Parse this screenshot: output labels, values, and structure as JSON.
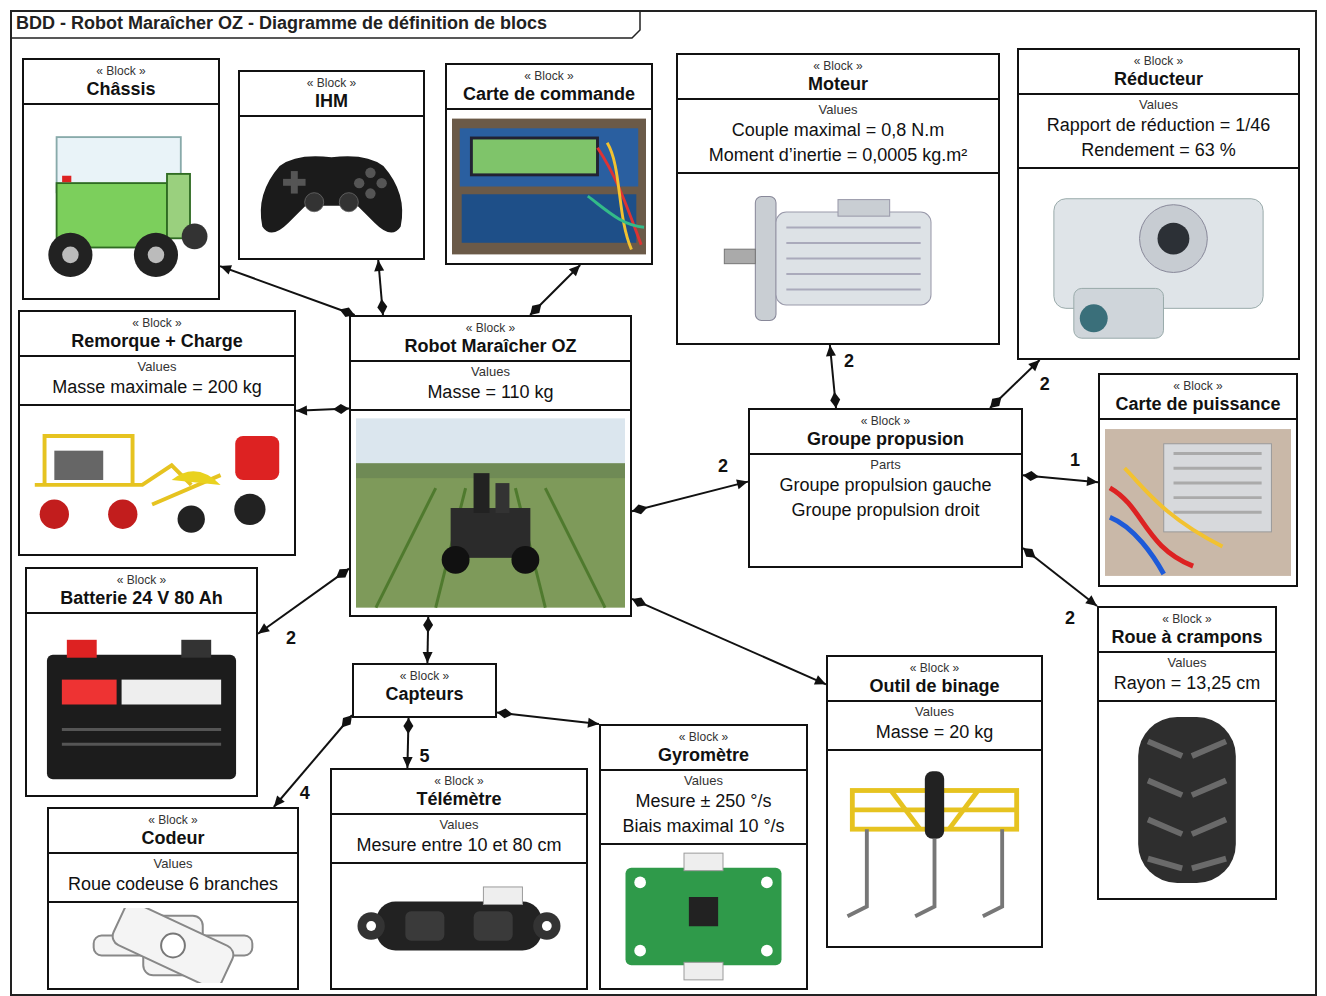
{
  "diagram": {
    "title": "BDD - Robot Maraîcher OZ - Diagramme de définition de blocs",
    "nodes": [
      {
        "text": [
          "« Block »",
          "Châssis"
        ]
      },
      {
        "text": [
          "« Block »",
          "IHM"
        ]
      },
      {
        "text": [
          "« Block »",
          "Carte de commande"
        ]
      },
      {
        "text": [
          "« Block »",
          "Moteur",
          "Values",
          "Couple maximal = 0,8 N.m",
          "Moment d’inertie = 0,0005 kg.m²"
        ]
      },
      {
        "text": [
          "« Block »",
          "Réducteur",
          "Values",
          "Rapport de réduction = 1/46",
          "Rendement = 63 %"
        ]
      },
      {
        "text": [
          "« Block »",
          "Remorque + Charge",
          "Values",
          "Masse maximale = 200 kg"
        ]
      },
      {
        "text": [
          "« Block »",
          "Robot Maraîcher OZ",
          "Values",
          "Masse = 110 kg"
        ]
      },
      {
        "text": [
          "« Block »",
          "Groupe propusion",
          "Parts",
          "Groupe propulsion gauche",
          "Groupe propulsion droit"
        ]
      },
      {
        "text": [
          "« Block »",
          "Carte de puissance"
        ]
      },
      {
        "text": [
          "« Block »",
          "Batterie 24 V 80 Ah"
        ]
      },
      {
        "text": [
          "« Block »",
          "Capteurs"
        ]
      },
      {
        "text": [
          "« Block »",
          "Outil de binage",
          "Values",
          "Masse = 20 kg"
        ]
      },
      {
        "text": [
          "« Block »",
          "Roue à crampons",
          "Values",
          "Rayon = 13,25 cm"
        ]
      },
      {
        "text": [
          "« Block »",
          "Codeur",
          "Values",
          "Roue codeuse 6 branches"
        ]
      },
      {
        "text": [
          "« Block »",
          "Télémètre",
          "Values",
          "Mesure entre 10 et 80 cm"
        ]
      },
      {
        "text": [
          "« Block »",
          "Gyromètre",
          "Values",
          "Mesure ± 250 °/s",
          "Biais maximal 10 °/s"
        ]
      }
    ],
    "edges": [
      {
        "from": 6,
        "to": 0,
        "arrow": "to"
      },
      {
        "from": 6,
        "to": 1,
        "arrow": "to"
      },
      {
        "from": 6,
        "to": 2,
        "arrow": "to"
      },
      {
        "from": 6,
        "to": 5,
        "arrow": "to"
      },
      {
        "from": 6,
        "to": 9,
        "label": "2",
        "arrow": "to"
      },
      {
        "from": 6,
        "to": 10,
        "arrow": "to"
      },
      {
        "from": 6,
        "to": 11,
        "arrow": "to"
      },
      {
        "from": 6,
        "to": 7,
        "label": "2",
        "arrow": "to"
      },
      {
        "from": 7,
        "to": 3,
        "label": "2",
        "arrow": "to"
      },
      {
        "from": 7,
        "to": 4,
        "label": "2",
        "arrow": "to"
      },
      {
        "from": 7,
        "to": 8,
        "label": "1",
        "arrow": "to"
      },
      {
        "from": 7,
        "to": 12,
        "label": "2",
        "arrow": "to"
      },
      {
        "from": 10,
        "to": 13,
        "label": "4",
        "arrow": "to"
      },
      {
        "from": 10,
        "to": 14,
        "label": "5",
        "arrow": "to"
      },
      {
        "from": 10,
        "to": 15,
        "arrow": "to"
      }
    ]
  }
}
